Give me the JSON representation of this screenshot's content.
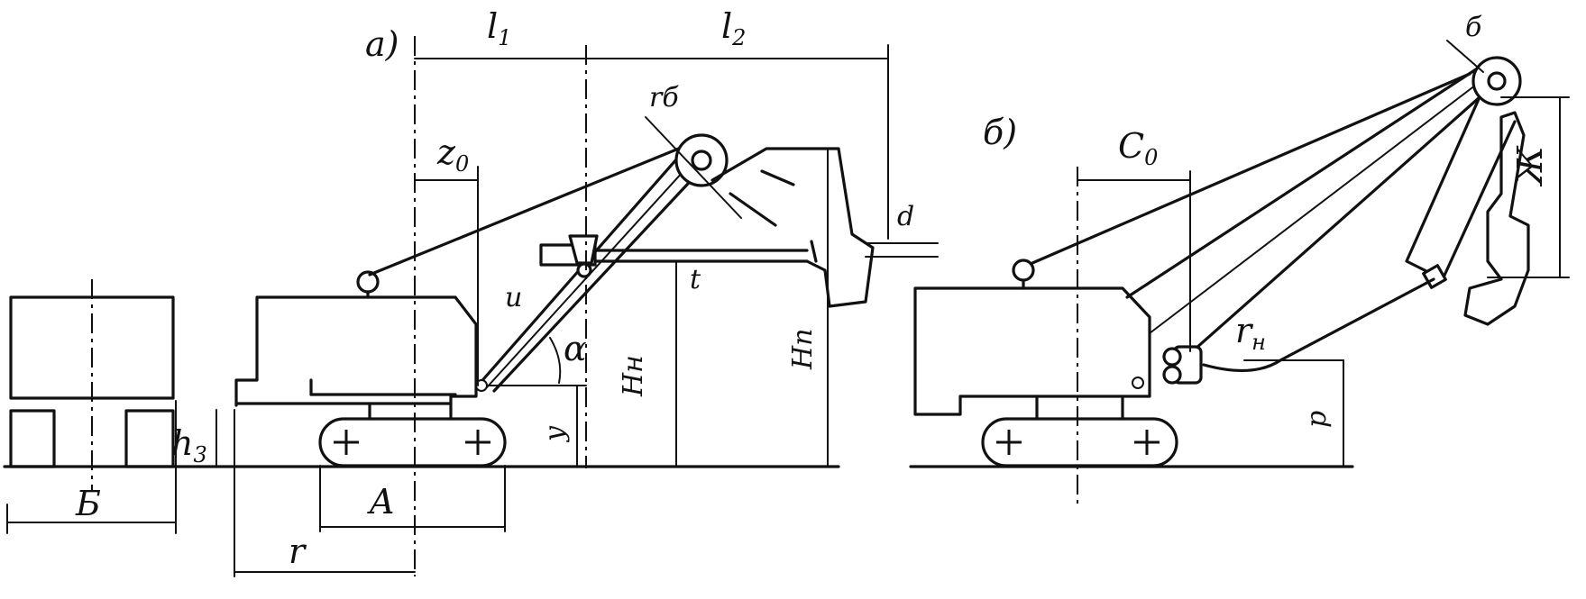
{
  "figure": {
    "panel_a": {
      "tag": "а)",
      "labels": {
        "l1": "l1",
        "l2": "l2",
        "r_b": "rб",
        "z0": "z0",
        "d": "d",
        "u": "u",
        "t": "t",
        "alpha": "α",
        "H_n": "Hн",
        "H_p": "Hп",
        "y": "y",
        "h3": "h3",
        "A": "A",
        "r": "r",
        "B": "Б"
      }
    },
    "panel_b": {
      "tag": "б)",
      "labels": {
        "C0": "C0",
        "b": "б",
        "Zh": "Ж",
        "r_n": "rн",
        "p": "p"
      }
    }
  }
}
